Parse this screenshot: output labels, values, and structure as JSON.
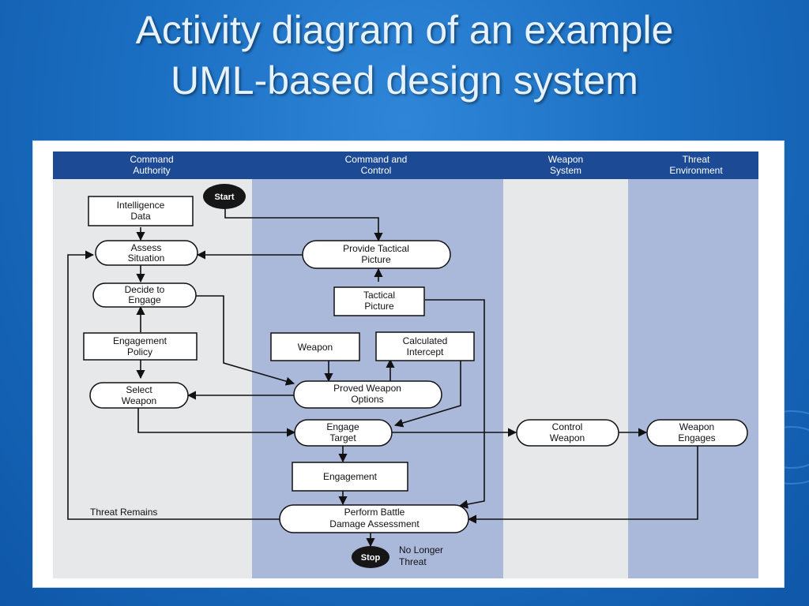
{
  "title": {
    "line1": "Activity diagram of an example",
    "line2": "UML-based design system"
  },
  "diagram": {
    "swimlanes": [
      {
        "line1": "Command",
        "line2": "Authority"
      },
      {
        "line1": "Command and",
        "line2": "Control"
      },
      {
        "line1": "Weapon",
        "line2": "System"
      },
      {
        "line1": "Threat",
        "line2": "Environment"
      }
    ],
    "start": "Start",
    "stop": "Stop",
    "objects": {
      "intelligence_data": [
        "Intelligence",
        "Data"
      ],
      "engagement_policy": [
        "Engagement",
        "Policy"
      ],
      "tactical_picture": [
        "Tactical",
        "Picture"
      ],
      "weapon": [
        "Weapon"
      ],
      "calculated_intercept": [
        "Calculated",
        "Intercept"
      ],
      "engagement": [
        "Engagement"
      ]
    },
    "activities": {
      "assess_situation": [
        "Assess",
        "Situation"
      ],
      "decide_to_engage": [
        "Decide to",
        "Engage"
      ],
      "select_weapon": [
        "Select",
        "Weapon"
      ],
      "provide_tactical_picture": [
        "Provide Tactical",
        "Picture"
      ],
      "proved_weapon_options": [
        "Proved Weapon",
        "Options"
      ],
      "engage_target": [
        "Engage",
        "Target"
      ],
      "perform_bda": [
        "Perform Battle",
        "Damage Assessment"
      ],
      "control_weapon": [
        "Control",
        "Weapon"
      ],
      "weapon_engages": [
        "Weapon",
        "Engages"
      ]
    },
    "labels": {
      "threat_remains": "Threat Remains",
      "no_longer_threat": [
        "No Longer",
        "Threat"
      ]
    },
    "colors": {
      "header": "#1c4a94",
      "lane_light": "#e6e8ea",
      "lane_blue": "#aab8da",
      "line": "#111111"
    }
  }
}
